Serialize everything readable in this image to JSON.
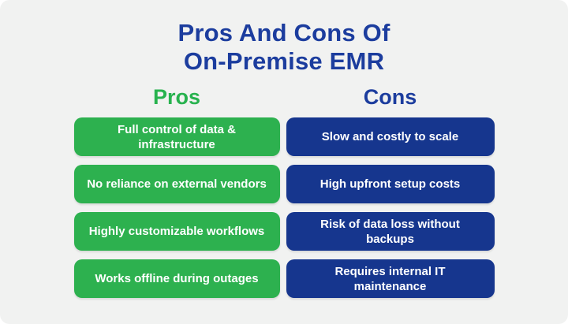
{
  "title": {
    "line1": "Pros And Cons Of",
    "line2": "On-Premise EMR"
  },
  "columns": {
    "pros": {
      "header": "Pros",
      "items": [
        "Full control of data & infrastructure",
        "No reliance on external vendors",
        "Highly customizable workflows",
        "Works offline during outages"
      ]
    },
    "cons": {
      "header": "Cons",
      "items": [
        "Slow and costly to scale",
        "High upfront setup costs",
        "Risk of data loss without backups",
        "Requires internal IT maintenance"
      ]
    }
  },
  "colors": {
    "background": "#f1f2f1",
    "pros_green": "#2db14f",
    "cons_blue": "#16368e",
    "title_blue": "#1c3d9e",
    "box_text": "#ffffff"
  }
}
